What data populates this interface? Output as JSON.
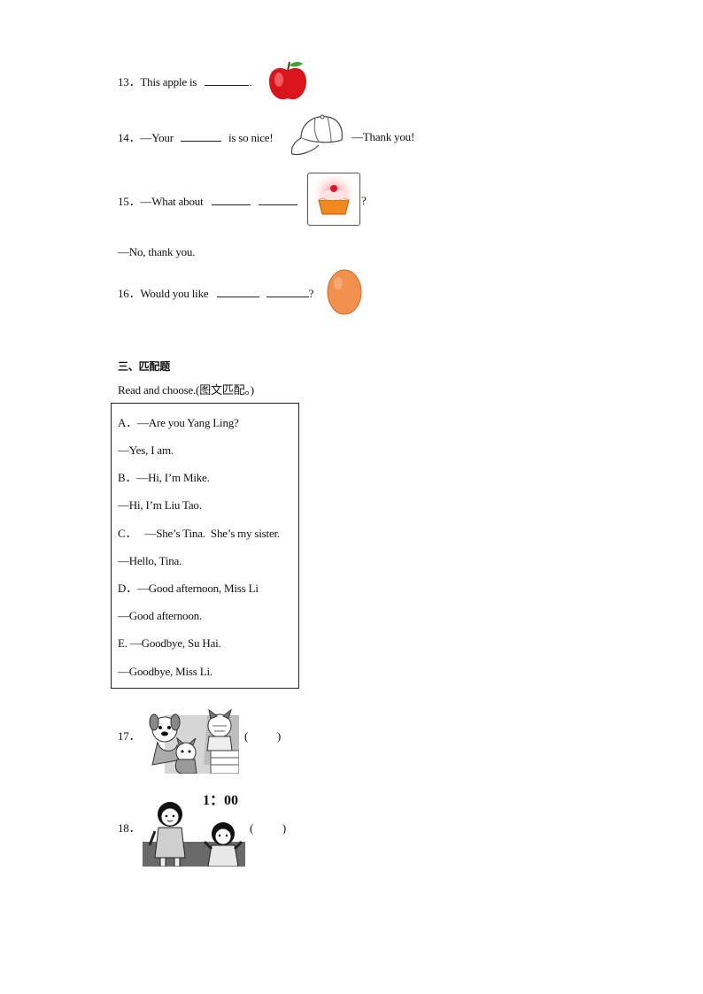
{
  "questions": [
    {
      "num": "13．",
      "before": "This apple is",
      "after": ".",
      "image_icon": "red-apple-icon"
    },
    {
      "num": "14．",
      "before": "—Your",
      "middle": "is so nice!",
      "after": "—Thank you!",
      "image_icon": "cap-icon"
    },
    {
      "num": "15．",
      "before": "—What about",
      "after": "?",
      "reply": "—No, thank you.",
      "image_icon": "cake-icon"
    },
    {
      "num": "16．",
      "before": "Would you like",
      "after": "?",
      "image_icon": "orange-egg-icon"
    }
  ],
  "section3": {
    "heading": "三、匹配题",
    "instruction": "Read and choose.(图文匹配。)",
    "options": [
      "A．—Are you Yang Ling?",
      "—Yes, I am.",
      "B．—Hi,  I’m Mike.",
      "—Hi,  I’m Liu  Tao.",
      "C．   —She’s Tina.  She’s my sister.",
      "—Hello,  Tina.",
      "D．—Good afternoon, Miss Li",
      "—Good afternoon.",
      "E. —Goodbye, Su Hai.",
      "—Goodbye, Miss Li."
    ]
  },
  "match_questions": [
    {
      "num": "17．",
      "paren": "(          )",
      "image_icon": "cartoon-animals-icon"
    },
    {
      "num": "18．",
      "paren": "(          )",
      "clock_text": "1：00",
      "image_icon": "two-girls-icon"
    }
  ]
}
